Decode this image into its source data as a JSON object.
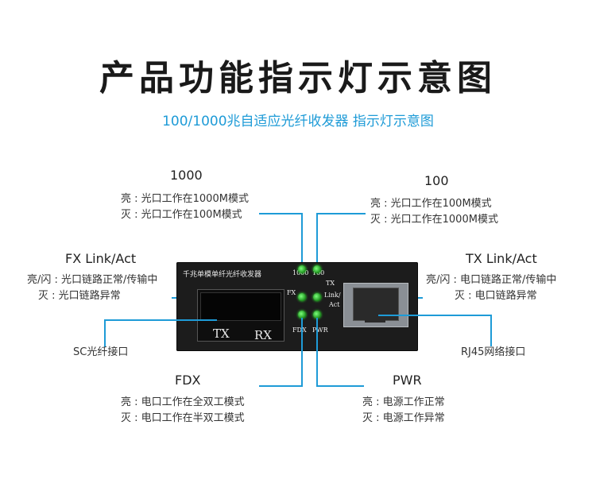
{
  "title": "产品功能指示灯示意图",
  "subtitle": "100/1000兆自适应光纤收发器 指示灯示意图",
  "device": {
    "brand_label": "千兆单模单纤光纤收发器",
    "tx": "TX",
    "rx": "RX",
    "led_1000": "1000",
    "led_100": "100",
    "led_fx": "FX",
    "led_tx": "TX",
    "led_linkact1": "Link/",
    "led_linkact2": "Act",
    "led_fdx": "FDX",
    "led_pwr": "PWR"
  },
  "callouts": {
    "c1000": {
      "head": "1000",
      "line1": "亮 : 光口工作在1000M模式",
      "line2": "灭 : 光口工作在100M模式"
    },
    "c100": {
      "head": "100",
      "line1": "亮 : 光口工作在100M模式",
      "line2": "灭 : 光口工作在1000M模式"
    },
    "fx": {
      "head": "FX Link/Act",
      "line1": "亮/闪 : 光口链路正常/传输中",
      "line2": "灭 : 光口链路异常"
    },
    "tx": {
      "head": "TX Link/Act",
      "line1": "亮/闪 : 电口链路正常/传输中",
      "line2": "灭 : 电口链路异常"
    },
    "sc": {
      "label": "SC光纤接口"
    },
    "rj45": {
      "label": "RJ45网络接口"
    },
    "fdx": {
      "head": "FDX",
      "line1": "亮 : 电口工作在全双工模式",
      "line2": "灭 : 电口工作在半双工模式"
    },
    "pwr": {
      "head": "PWR",
      "line1": "亮 : 电源工作正常",
      "line2": "灭 : 电源工作异常"
    }
  },
  "colors": {
    "accent": "#1e9bd7",
    "led": "#2ecc2e",
    "device": "#1c1c1c"
  }
}
